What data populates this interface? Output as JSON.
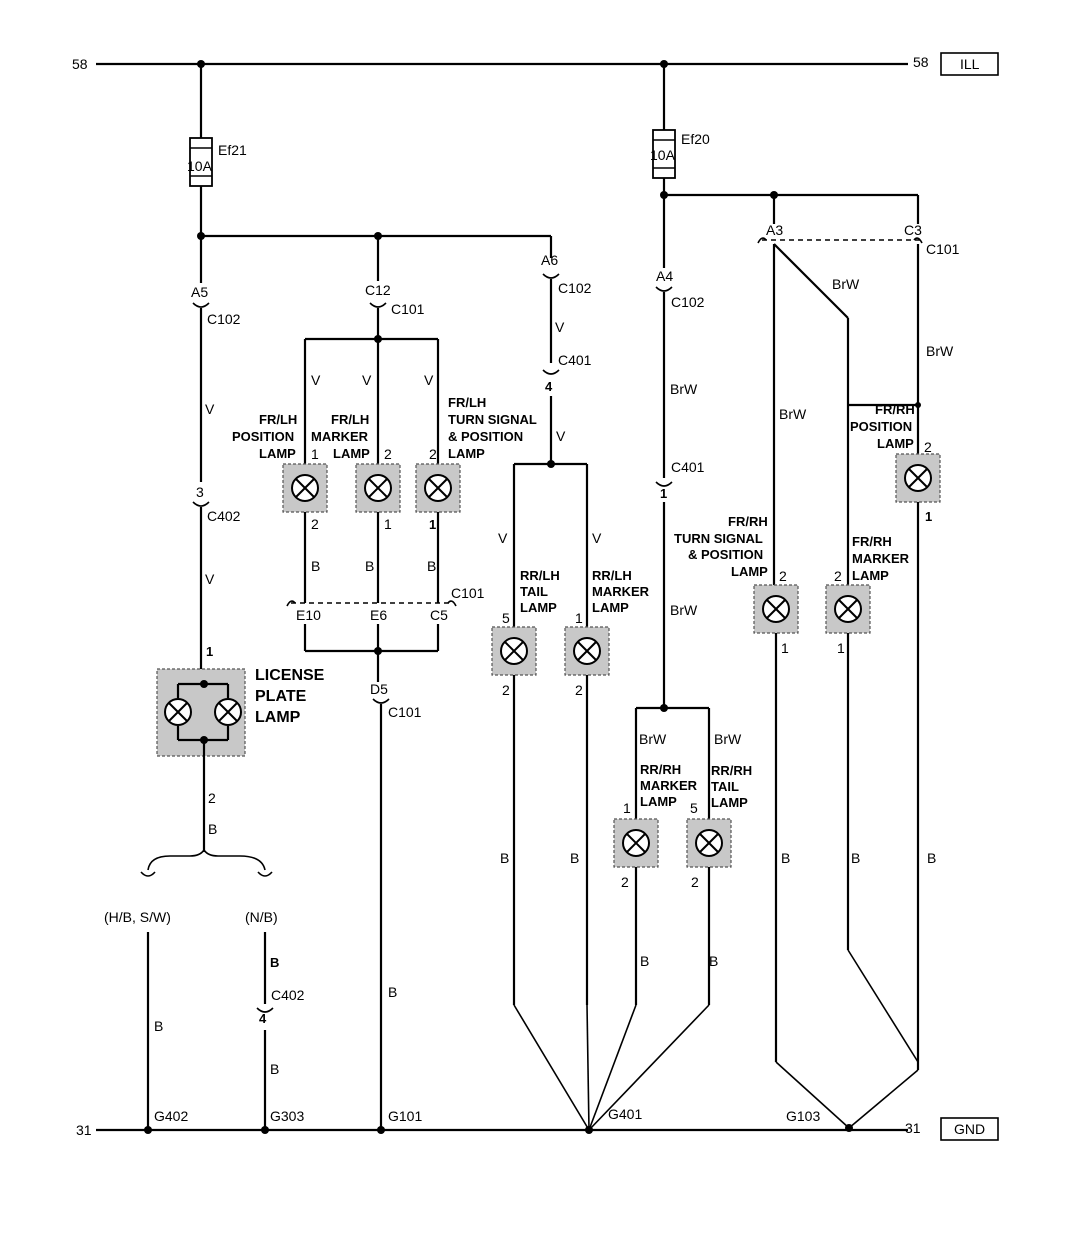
{
  "rails": {
    "top_left": "58",
    "top_right": "58",
    "top_box": "ILL",
    "bottom_left": "31",
    "bottom_right": "31",
    "bottom_box": "GND"
  },
  "fuses": [
    {
      "name": "Ef21",
      "rating": "10A"
    },
    {
      "name": "Ef20",
      "rating": "10A"
    }
  ],
  "connectors": {
    "a5": "A5",
    "c102": "C102",
    "c12": "C12",
    "c101": "C101",
    "a6": "A6",
    "c401": "C401",
    "a4": "A4",
    "a3": "A3",
    "c3": "C3",
    "c402": "C402",
    "e10": "E10",
    "e6": "E6",
    "c5": "C5",
    "d5": "D5",
    "pin3": "3",
    "pin4": "4",
    "pin1": "1",
    "pin2": "2",
    "pin5": "5"
  },
  "wires": {
    "v": "V",
    "b": "B",
    "brw": "BrW"
  },
  "lamps": {
    "fr_lh_position": [
      "FR/LH",
      "POSITION",
      "LAMP"
    ],
    "fr_lh_marker": [
      "FR/LH",
      "MARKER",
      "LAMP"
    ],
    "fr_lh_turn": [
      "FR/LH",
      "TURN SIGNAL",
      "& POSITION",
      "LAMP"
    ],
    "rr_lh_tail": [
      "RR/LH",
      "TAIL",
      "LAMP"
    ],
    "rr_lh_marker": [
      "RR/LH",
      "MARKER",
      "LAMP"
    ],
    "rr_rh_marker": [
      "RR/RH",
      "MARKER",
      "LAMP"
    ],
    "rr_rh_tail": [
      "RR/RH",
      "TAIL",
      "LAMP"
    ],
    "fr_rh_turn": [
      "FR/RH",
      "TURN SIGNAL",
      "& POSITION",
      "LAMP"
    ],
    "fr_rh_marker": [
      "FR/RH",
      "MARKER",
      "LAMP"
    ],
    "fr_rh_position": [
      "FR/RH",
      "POSITION",
      "LAMP"
    ],
    "license": [
      "LICENSE",
      "PLATE",
      "LAMP"
    ]
  },
  "variants": {
    "hb_sw": "(H/B, S/W)",
    "nb": "(N/B)"
  },
  "grounds": {
    "g402": "G402",
    "g303": "G303",
    "g101": "G101",
    "g401": "G401",
    "g103": "G103"
  }
}
